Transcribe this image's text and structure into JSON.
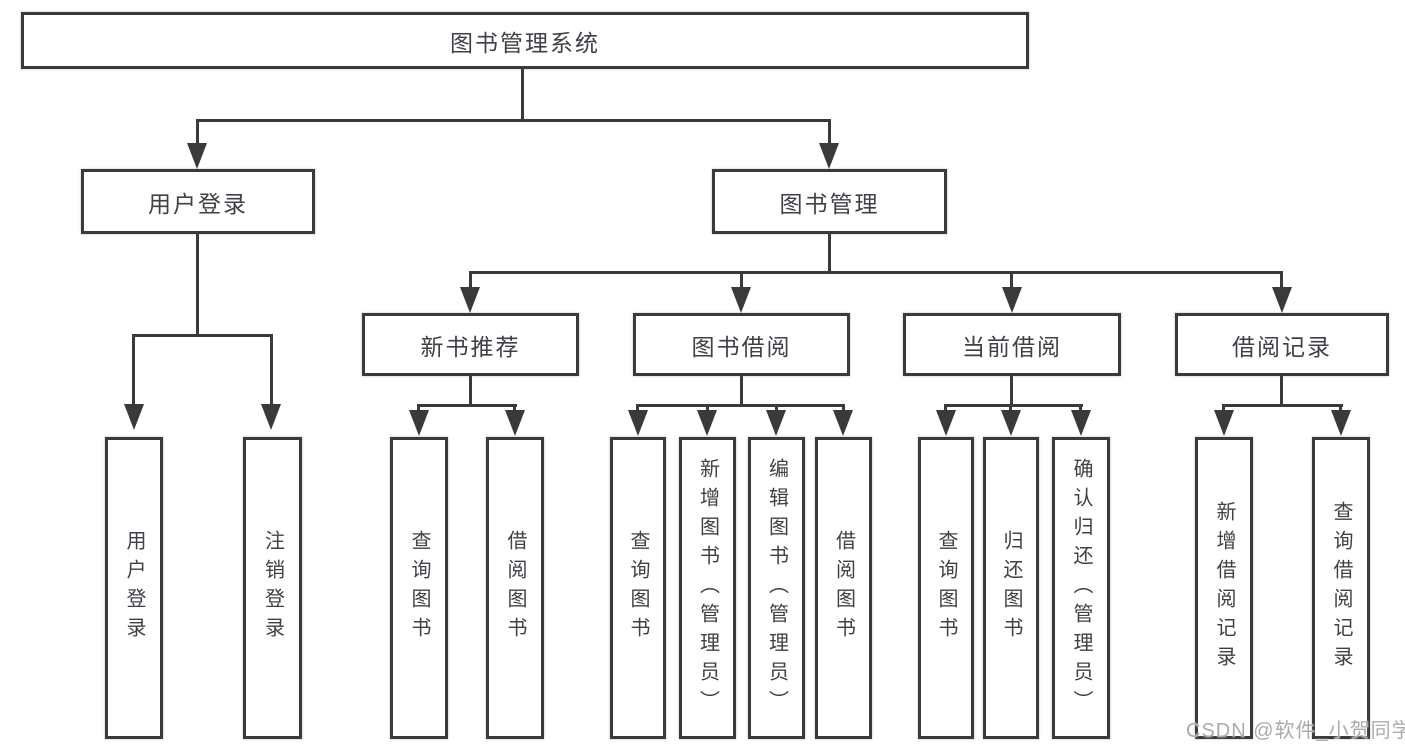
{
  "diagram": {
    "root": {
      "label": "图书管理系统",
      "children": [
        {
          "label": "用户登录",
          "children": [
            {
              "label": "用户登录"
            },
            {
              "label": "注销登录"
            }
          ]
        },
        {
          "label": "图书管理",
          "children": [
            {
              "label": "新书推荐",
              "children": [
                {
                  "label": "查询图书"
                },
                {
                  "label": "借阅图书"
                }
              ]
            },
            {
              "label": "图书借阅",
              "children": [
                {
                  "label": "查询图书"
                },
                {
                  "label": "新增图书（管理员）"
                },
                {
                  "label": "编辑图书（管理员）"
                },
                {
                  "label": "借阅图书"
                }
              ]
            },
            {
              "label": "当前借阅",
              "children": [
                {
                  "label": "查询图书"
                },
                {
                  "label": "归还图书"
                },
                {
                  "label": "确认归还（管理员）"
                }
              ]
            },
            {
              "label": "借阅记录",
              "children": [
                {
                  "label": "新增借阅记录"
                },
                {
                  "label": "查询借阅记录"
                }
              ]
            }
          ]
        }
      ]
    },
    "watermark": "CSDN @软件_小贺同学",
    "colors": {
      "line": "#3a3a3a",
      "text": "#3f4146",
      "watermark": "#ababab",
      "background": "#ffffff"
    }
  }
}
